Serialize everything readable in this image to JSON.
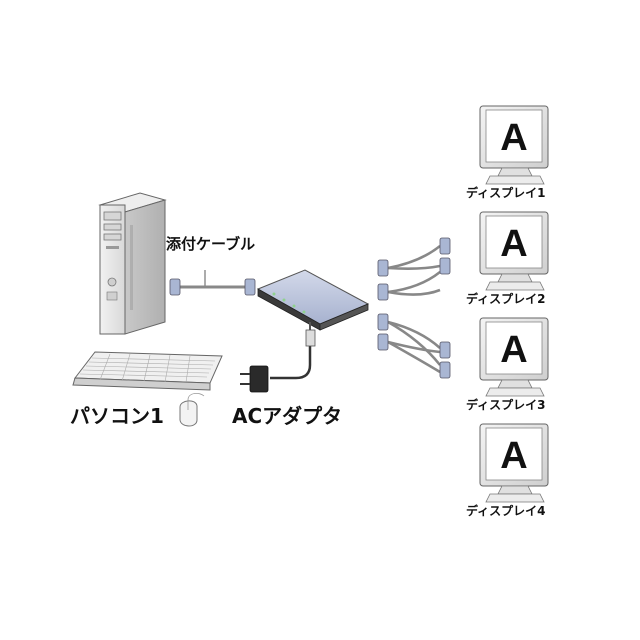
{
  "labels": {
    "pc": "パソコン1",
    "ac_adapter": "ACアダプタ",
    "cable": "添付ケーブル"
  },
  "displays": [
    {
      "label": "ディスプレイ1",
      "screen_letter": "A"
    },
    {
      "label": "ディスプレイ2",
      "screen_letter": "A"
    },
    {
      "label": "ディスプレイ3",
      "screen_letter": "A"
    },
    {
      "label": "ディスプレイ4",
      "screen_letter": "A"
    }
  ],
  "colors": {
    "device_body": "#e6e6e6",
    "device_outline": "#555555",
    "splitter_top": "#b9c2d9",
    "splitter_front": "#2a2a2a",
    "connector": "#a9b6d3",
    "screen": "#ffffff",
    "cable": "#888888"
  }
}
